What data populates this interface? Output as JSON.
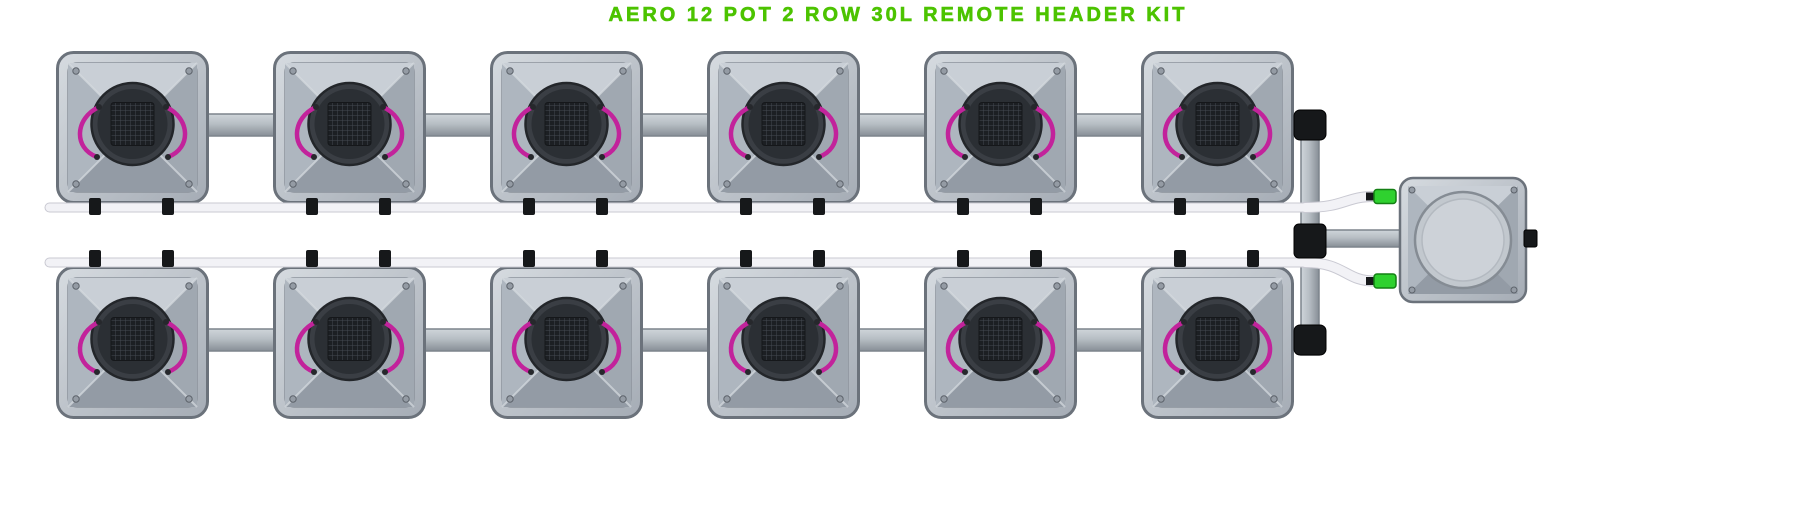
{
  "title": "AERO 12 POT 2 ROW 30L REMOTE HEADER KIT",
  "colors": {
    "title_green": "#4cc300",
    "pot_body_light": "#d6dbe0",
    "pot_body_dark": "#a5acb5",
    "pipe_light": "#cfd5da",
    "pipe_dark": "#878e96",
    "sprinkler_tube_magenta": "#c2239b",
    "return_tube_white": "#f2f2f6",
    "fitting_black": "#16181a",
    "quick_connect_green": "#2fd12f"
  },
  "diagram": {
    "pot_count": 12,
    "rows": 2,
    "pots_per_row": 6,
    "pot_volume_label": "30L",
    "kit_type_label": "REMOTE HEADER KIT"
  }
}
